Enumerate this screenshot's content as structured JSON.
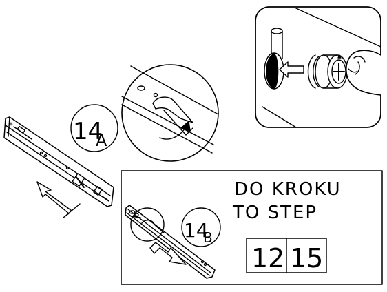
{
  "step_a": {
    "number": "14",
    "letter": "A"
  },
  "step_b": {
    "number": "14",
    "letter": "B"
  },
  "goto": {
    "line1": "DO KROKU",
    "line2": "TO STEP",
    "steps": [
      "12",
      "15"
    ]
  },
  "colors": {
    "ink": "#000000",
    "paper": "#ffffff"
  }
}
